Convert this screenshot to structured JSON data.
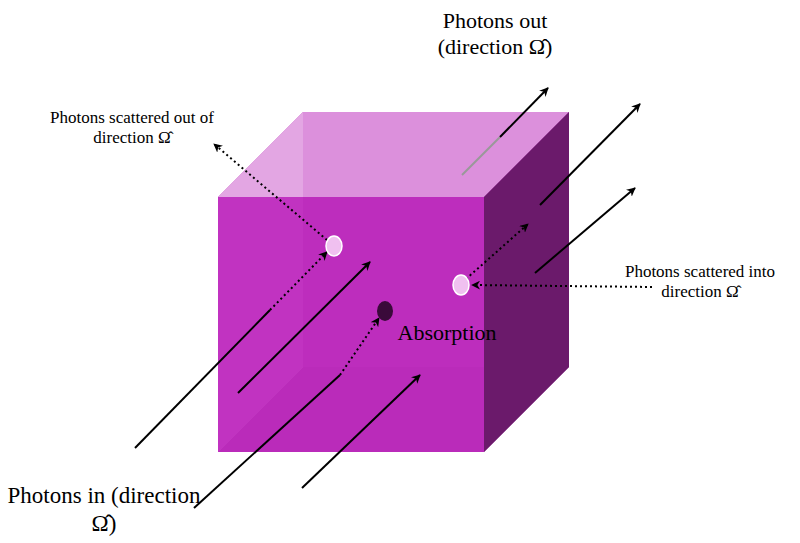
{
  "diagram": {
    "labels": [
      "Photons out (direction Ω̂)",
      "Photons scattered out of direction Ω̂",
      "Photons scattered into direction Ω̂",
      "Absorption",
      "Photons in (direction Ω̂)"
    ]
  }
}
